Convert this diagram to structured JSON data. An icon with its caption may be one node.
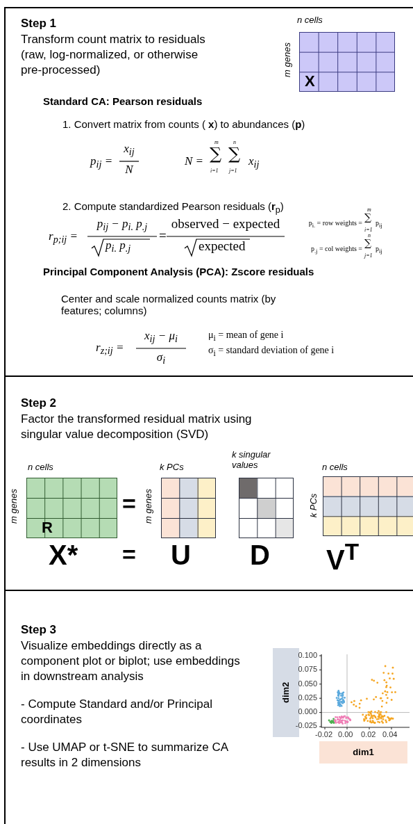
{
  "diagram": {
    "nodes": [
      {
        "text": [
          "Step 1",
          "Transform count matrix to residuals (raw, log-normalized, or otherwise pre-processed)"
        ]
      },
      {
        "text": [
          "X"
        ],
        "in": 0,
        "beside": [
          "n cells",
          "m genes"
        ]
      },
      {
        "text": [
          "Step 2",
          "Factor the transformed residual matrix using singular value decomposition (SVD)"
        ]
      },
      {
        "text": [
          "R"
        ],
        "in": 2,
        "beside": [
          "n cells",
          "m genes"
        ]
      },
      {
        "text": [],
        "shape": "box",
        "in": 2,
        "beside": [
          "k PCs",
          "m genes"
        ]
      },
      {
        "text": [],
        "shape": "box",
        "in": 2,
        "beside": [
          "k singular values"
        ]
      },
      {
        "text": [],
        "shape": "box",
        "in": 2,
        "beside": [
          "n cells",
          "k PCs"
        ]
      },
      {
        "text": [
          "Step 3",
          "Visualize embeddings directly as a component plot or biplot; use embeddings in downstream analysis",
          "- Compute Standard and/or Principal coordinates",
          "- Use UMAP or t-SNE to summarize CA results in 2 dimensions"
        ]
      }
    ],
    "edges": [],
    "labels": [
      "Standard CA: Pearson residuals",
      "1. Convert matrix from counts ( **x**) to abundances (**p**)",
      "p$_{ij}$ =",
      "x$_{ij}$",
      "N",
      "N =",
      "∑",
      "m",
      "i=1",
      "∑",
      "n",
      "j=1",
      "x$_{ij}$",
      "2. Compute standardized Pearson residuals (**r**$_{p}$)",
      "r$_{p;ij}$ =",
      "p$_{ij}$ − p$_{i.}$ p$_{.j}$",
      "p$_{i.}$ p$_{.j}$",
      "=",
      "observed − expected",
      "expected",
      "p$_{i.}$ = row weights =",
      "∑",
      "m",
      "i=1",
      "p$_{ij}$",
      "p$_{.j}$ = col weights =",
      "∑",
      "n",
      "j=1",
      "p$_{ij}$",
      "Principal Component Analysis (PCA): Zscore residuals",
      "Center and scale normalized counts matrix (by features; columns)",
      "r$_{z;ij}$ =",
      "x$_{ij}$ − μ$_{i}$",
      "σ$_{i}$",
      "μ$_{i}$ = mean of gene i",
      "σ$_{i}$ = standard deviation of gene i",
      "=",
      "X*",
      "=",
      "U",
      "D",
      "V$^{T}$",
      "dim2",
      "0.100",
      "0.075",
      "0.050",
      "0.025",
      "0.000",
      "-0.025",
      "-0.02",
      "0.00",
      "0.02",
      "0.04",
      "dim1"
    ]
  }
}
